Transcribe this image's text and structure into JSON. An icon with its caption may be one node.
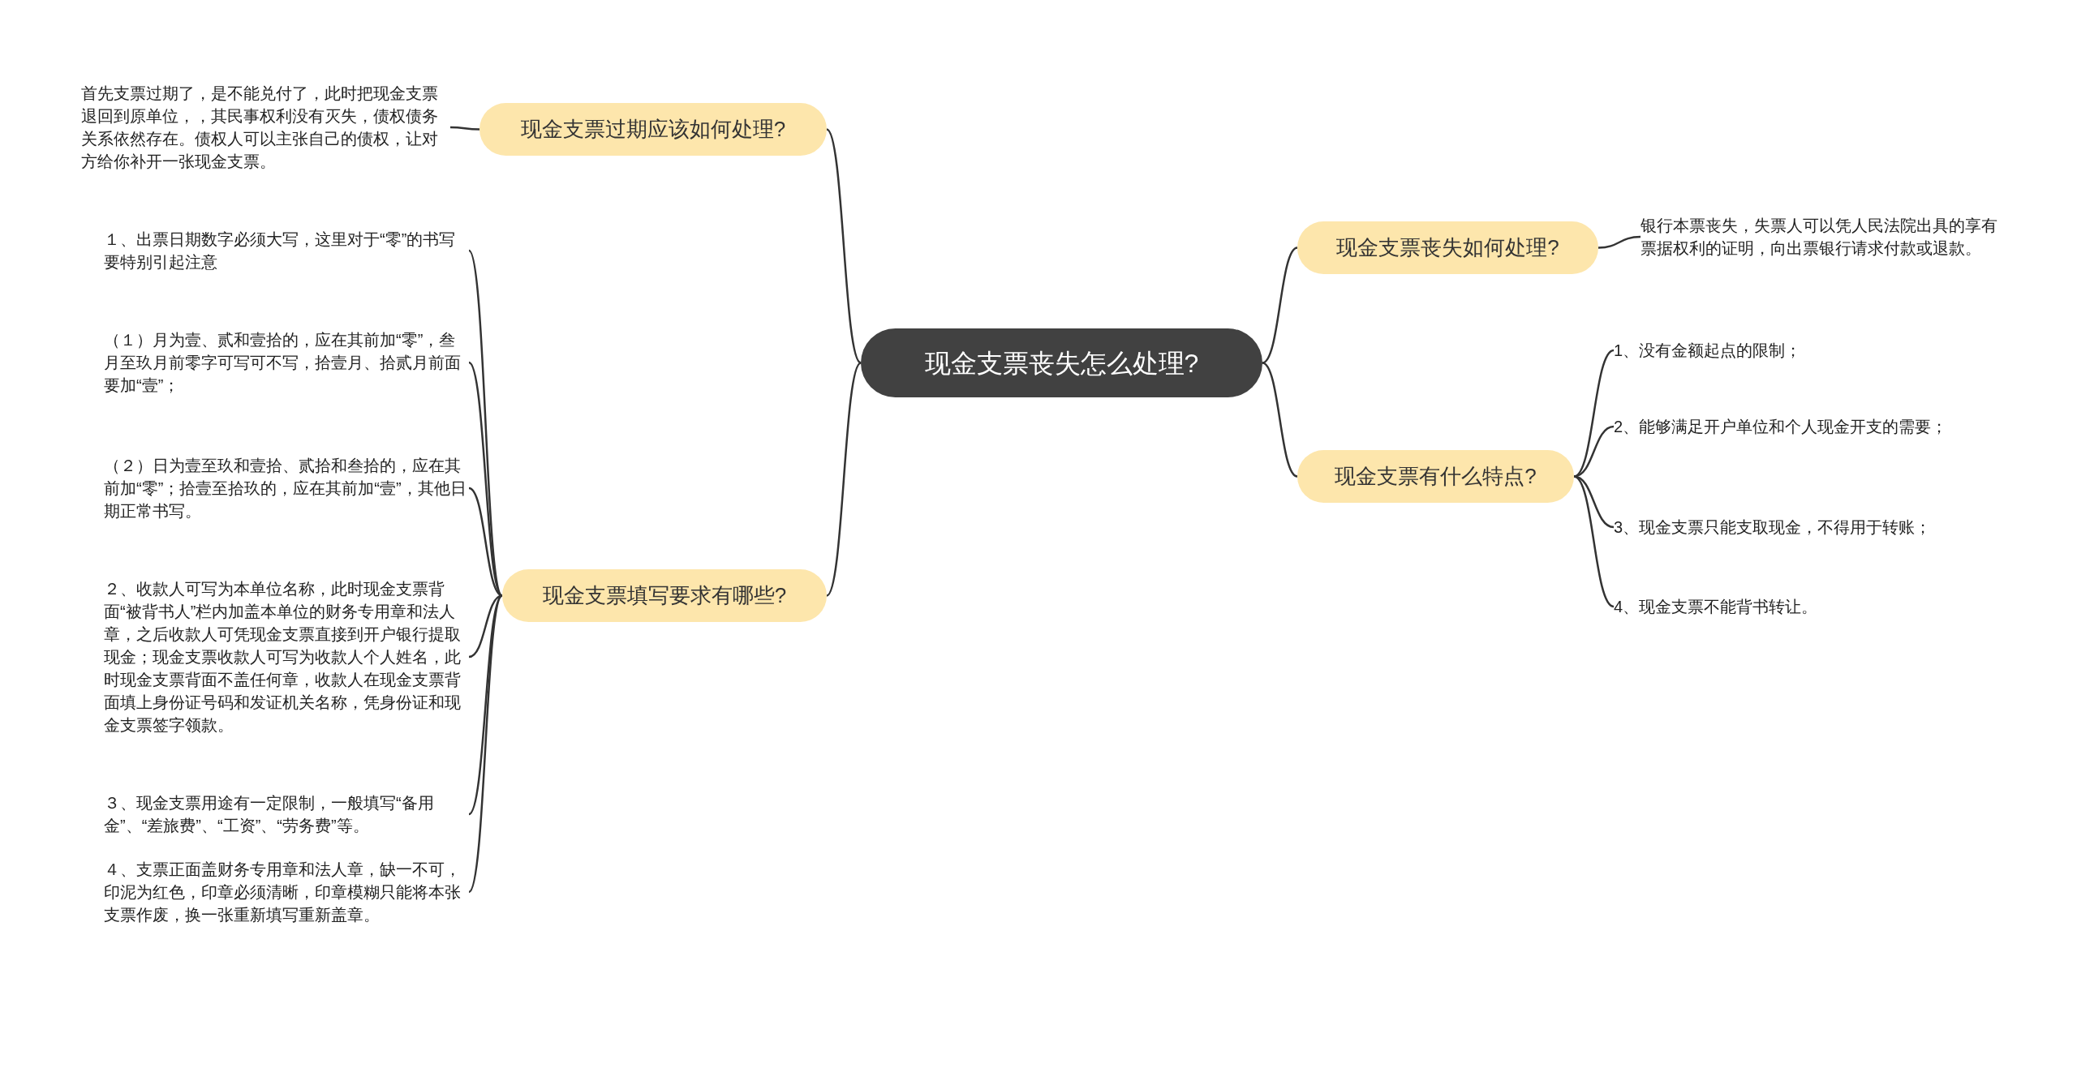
{
  "diagram": {
    "nodes": [
      {
        "text": [
          "现金支票丧失怎么处理?"
        ]
      },
      {
        "text": [
          "现金支票过期应该如何处理?"
        ]
      },
      {
        "text": [
          "首先支票过期了，是不能兑付了，此时把现金支票退回到原单位，，其民事权利没有灭失，债权债务关系依然存在。债权人可以主张自己的债权，让对方给你补开一张现金支票。"
        ]
      },
      {
        "text": [
          "现金支票填写要求有哪些?"
        ]
      },
      {
        "text": [
          "１、出票日期数字必须大写，这里对于“零”的书写要特别引起注意"
        ]
      },
      {
        "text": [
          "（１）月为壹、贰和壹拾的，应在其前加“零”，叁月至玖月前零字可写可不写，拾壹月、拾贰月前面要加“壹”；"
        ]
      },
      {
        "text": [
          "（２）日为壹至玖和壹拾、贰拾和叁拾的，应在其前加“零”；拾壹至拾玖的，应在其前加“壹”，其他日期正常书写。"
        ]
      },
      {
        "text": [
          "２、收款人可写为本单位名称，此时现金支票背面“被背书人”栏内加盖本单位的财务专用章和法人章，之后收款人可凭现金支票直接到开户银行提取现金；现金支票收款人可写为收款人个人姓名，此时现金支票背面不盖任何章，收款人在现金支票背面填上身份证号码和发证机关名称，凭身份证和现金支票签字领款。"
        ]
      },
      {
        "text": [
          "３、现金支票用途有一定限制，一般填写“备用金”、“差旅费”、“工资”、“劳务费”等。"
        ]
      },
      {
        "text": [
          "４、支票正面盖财务专用章和法人章，缺一不可，印泥为红色，印章必须清晰，印章模糊只能将本张支票作废，换一张重新填写重新盖章。"
        ]
      },
      {
        "text": [
          "现金支票丧失如何处理?"
        ]
      },
      {
        "text": [
          "银行本票丧失，失票人可以凭人民法院出具的享有票据权利的证明，向出票银行请求付款或退款。"
        ]
      },
      {
        "text": [
          "现金支票有什么特点?"
        ]
      },
      {
        "text": [
          "1、没有金额起点的限制；"
        ]
      },
      {
        "text": [
          "2、能够满足开户单位和个人现金开支的需要；"
        ]
      },
      {
        "text": [
          "3、现金支票只能支取现金，不得用于转账；"
        ]
      },
      {
        "text": [
          "4、现金支票不能背书转让。"
        ]
      }
    ],
    "edges": [
      {
        "from": 0,
        "to": 1,
        "arrow": "none"
      },
      {
        "from": 1,
        "to": 2,
        "arrow": "none"
      },
      {
        "from": 0,
        "to": 3,
        "arrow": "none"
      },
      {
        "from": 3,
        "to": 4,
        "arrow": "none"
      },
      {
        "from": 3,
        "to": 5,
        "arrow": "none"
      },
      {
        "from": 3,
        "to": 6,
        "arrow": "none"
      },
      {
        "from": 3,
        "to": 7,
        "arrow": "none"
      },
      {
        "from": 3,
        "to": 8,
        "arrow": "none"
      },
      {
        "from": 3,
        "to": 9,
        "arrow": "none"
      },
      {
        "from": 0,
        "to": 10,
        "arrow": "none"
      },
      {
        "from": 10,
        "to": 11,
        "arrow": "none"
      },
      {
        "from": 0,
        "to": 12,
        "arrow": "none"
      },
      {
        "from": 12,
        "to": 13,
        "arrow": "none"
      },
      {
        "from": 12,
        "to": 14,
        "arrow": "none"
      },
      {
        "from": 12,
        "to": 15,
        "arrow": "none"
      },
      {
        "from": 12,
        "to": 16,
        "arrow": "none"
      }
    ]
  }
}
